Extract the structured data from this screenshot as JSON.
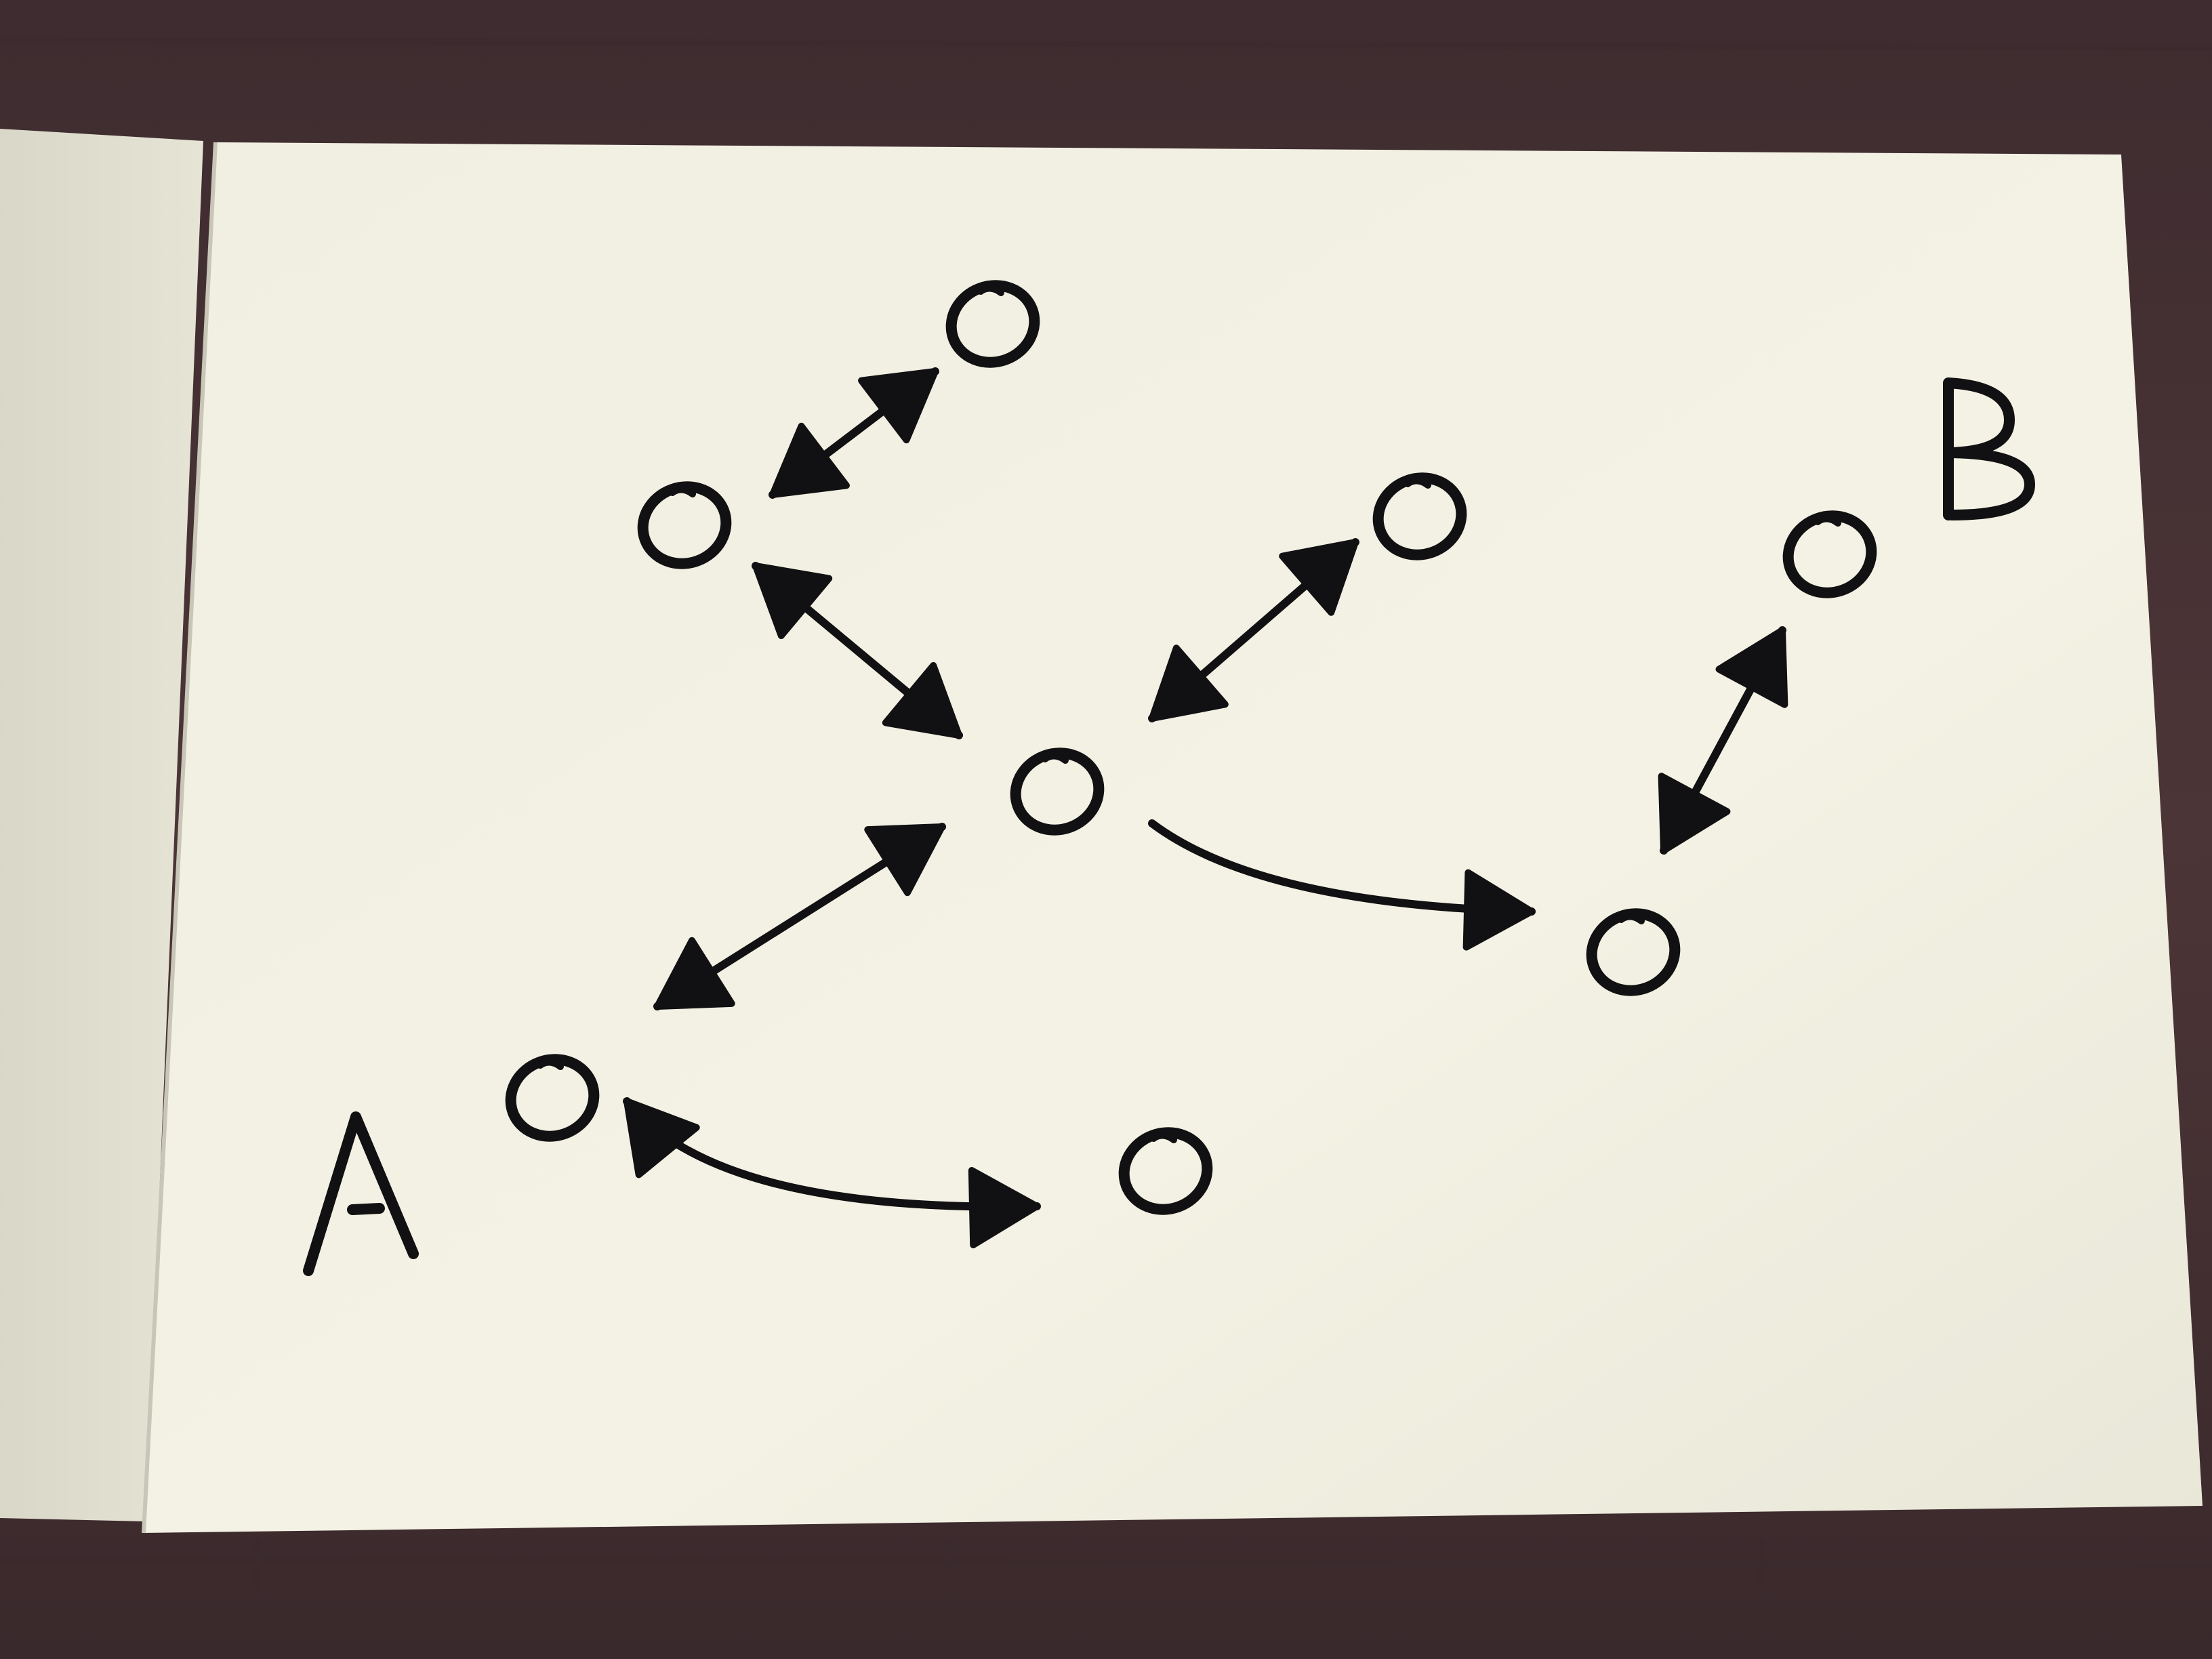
{
  "diagram": {
    "type": "directed-graph",
    "labels": {
      "start": "A",
      "end": "B"
    },
    "nodes": [
      {
        "id": "n1",
        "label": ""
      },
      {
        "id": "n2",
        "label": ""
      },
      {
        "id": "n3",
        "label": ""
      },
      {
        "id": "n4",
        "label": ""
      },
      {
        "id": "n5",
        "label": ""
      },
      {
        "id": "n6",
        "label": ""
      },
      {
        "id": "n7",
        "label": ""
      },
      {
        "id": "n8",
        "label": ""
      }
    ],
    "edges": [
      {
        "from": "n1",
        "to": "n2",
        "direction": "both"
      },
      {
        "from": "n2",
        "to": "n3",
        "direction": "both"
      },
      {
        "from": "n3",
        "to": "n4",
        "direction": "both"
      },
      {
        "from": "n3",
        "to": "n5",
        "direction": "both"
      },
      {
        "from": "n3",
        "to": "n6",
        "direction": "forward"
      },
      {
        "from": "n6",
        "to": "n7",
        "direction": "both"
      },
      {
        "from": "n5",
        "to": "n8",
        "direction": "both"
      }
    ]
  },
  "colors": {
    "ink": "#111012",
    "paper": "#f3f1e2",
    "table": "#4a3436"
  }
}
